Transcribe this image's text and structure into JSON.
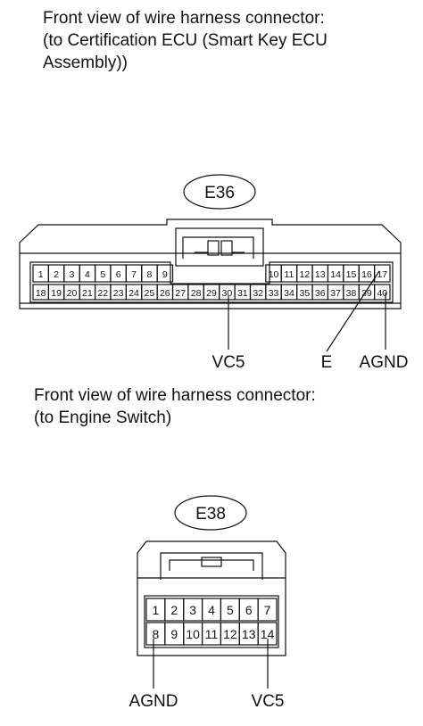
{
  "caption_top": "Front view of wire harness connector:\n(to Certification ECU (Smart Key ECU\nAssembly))",
  "caption_bottom": "Front view of wire harness connector:\n(to Engine Switch)",
  "connector_e36": {
    "label": "E36",
    "row1_left": [
      "1",
      "2",
      "3",
      "4",
      "5",
      "6",
      "7",
      "8",
      "9"
    ],
    "row1_right": [
      "10",
      "11",
      "12",
      "13",
      "14",
      "15",
      "16",
      "17"
    ],
    "row2": [
      "18",
      "19",
      "20",
      "21",
      "22",
      "23",
      "24",
      "25",
      "26",
      "27",
      "28",
      "29",
      "30",
      "31",
      "32",
      "33",
      "34",
      "35",
      "36",
      "37",
      "38",
      "39",
      "40"
    ],
    "signals": {
      "vc5": "VC5",
      "e": "E",
      "agnd": "AGND"
    }
  },
  "connector_e38": {
    "label": "E38",
    "row1": [
      "1",
      "2",
      "3",
      "4",
      "5",
      "6",
      "7"
    ],
    "row2": [
      "8",
      "9",
      "10",
      "11",
      "12",
      "13",
      "14"
    ],
    "signals": {
      "agnd": "AGND",
      "vc5": "VC5"
    }
  }
}
